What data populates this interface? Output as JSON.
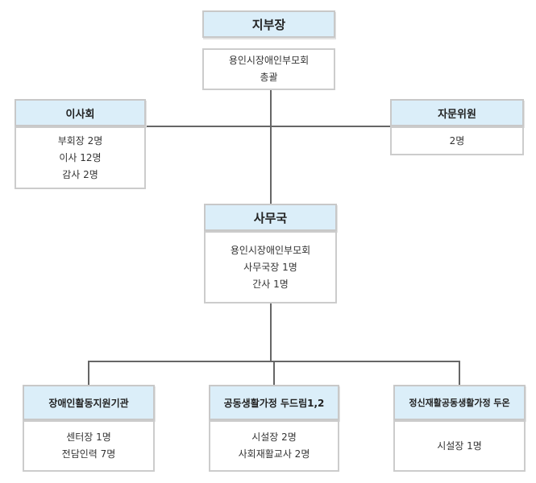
{
  "org": {
    "top": {
      "title": "지부장",
      "lines": [
        "용인시장애인부모회",
        "총괄"
      ]
    },
    "board": {
      "title": "이사회",
      "lines": [
        "부회장 2명",
        "이사 12명",
        "감사 2명"
      ]
    },
    "advisor": {
      "title": "자문위원",
      "lines": [
        "2명"
      ]
    },
    "office": {
      "title": "사무국",
      "lines": [
        "용인시장애인부모회",
        "사무국장 1명",
        "간사 1명"
      ]
    },
    "center": {
      "title": "장애인활동지원기관",
      "lines": [
        "센터장 1명",
        "전담인력 7명"
      ]
    },
    "home": {
      "title": "공동생활가정 두드림1,2",
      "lines": [
        "시설장 2명",
        "사회재활교사 2명"
      ]
    },
    "mental": {
      "title": "정신재활공동생활가정 두온",
      "lines": [
        "시설장 1명"
      ]
    }
  },
  "colors": {
    "header_fill": "#dbeef9",
    "border": "#c8c8c8",
    "connector": "#666666"
  }
}
